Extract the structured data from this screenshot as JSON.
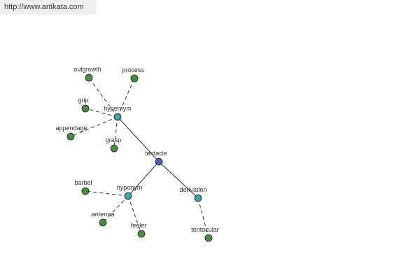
{
  "header": {
    "url": "http://www.artikata.com"
  },
  "graph": {
    "colors": {
      "center": "#4a5ba8",
      "relation": "#4a9aa0",
      "word": "#4a8a44",
      "stroke": "#222222",
      "edge": "#333333"
    },
    "nodes": [
      {
        "id": "tentacle",
        "label": "tentacle",
        "kind": "center"
      },
      {
        "id": "hypernym",
        "label": "hypernym",
        "kind": "relation"
      },
      {
        "id": "hyponym",
        "label": "hyponym",
        "kind": "relation"
      },
      {
        "id": "derivation",
        "label": "derivation",
        "kind": "relation"
      },
      {
        "id": "outgrowth",
        "label": "outgrowth",
        "kind": "word"
      },
      {
        "id": "process",
        "label": "process",
        "kind": "word"
      },
      {
        "id": "grip",
        "label": "grip",
        "kind": "word"
      },
      {
        "id": "appendage",
        "label": "appendage",
        "kind": "word"
      },
      {
        "id": "grasp",
        "label": "grasp",
        "kind": "word"
      },
      {
        "id": "barbel",
        "label": "barbel",
        "kind": "word"
      },
      {
        "id": "antenna",
        "label": "antenna",
        "kind": "word"
      },
      {
        "id": "feeler",
        "label": "feeler",
        "kind": "word"
      },
      {
        "id": "tentacular",
        "label": "tentacular",
        "kind": "word"
      }
    ],
    "edges": [
      {
        "from": "tentacle",
        "to": "hypernym",
        "style": "solid"
      },
      {
        "from": "tentacle",
        "to": "hyponym",
        "style": "solid"
      },
      {
        "from": "tentacle",
        "to": "derivation",
        "style": "solid"
      },
      {
        "from": "hypernym",
        "to": "outgrowth",
        "style": "dashed"
      },
      {
        "from": "hypernym",
        "to": "process",
        "style": "dashed"
      },
      {
        "from": "hypernym",
        "to": "grip",
        "style": "dashed"
      },
      {
        "from": "hypernym",
        "to": "appendage",
        "style": "dashed"
      },
      {
        "from": "hypernym",
        "to": "grasp",
        "style": "dashed"
      },
      {
        "from": "hyponym",
        "to": "barbel",
        "style": "dashed"
      },
      {
        "from": "hyponym",
        "to": "antenna",
        "style": "dashed"
      },
      {
        "from": "hyponym",
        "to": "feeler",
        "style": "dashed"
      },
      {
        "from": "derivation",
        "to": "tentacular",
        "style": "dashed"
      }
    ]
  }
}
